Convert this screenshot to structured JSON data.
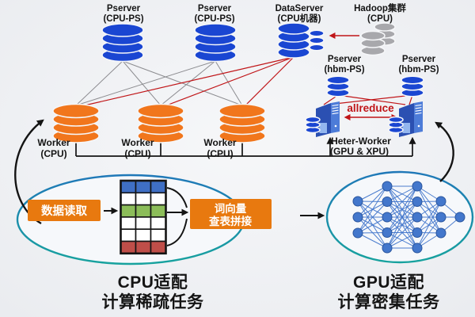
{
  "nodes": {
    "pserver1": {
      "title": "Pserver",
      "subtitle": "(CPU-PS)"
    },
    "pserver2": {
      "title": "Pserver",
      "subtitle": "(CPU-PS)"
    },
    "dataserver": {
      "title": "DataServer",
      "subtitle": "(CPU机器)"
    },
    "hadoop": {
      "title": "Hadoop集群",
      "subtitle": "(CPU)"
    },
    "worker1": {
      "title": "Worker",
      "subtitle": "(CPU)"
    },
    "worker2": {
      "title": "Worker",
      "subtitle": "(CPU)"
    },
    "worker3": {
      "title": "Worker",
      "subtitle": "(CPU)"
    },
    "hbm_pserver1": {
      "title": "Pserver",
      "subtitle": "(hbm-PS)"
    },
    "hbm_pserver2": {
      "title": "Pserver",
      "subtitle": "(hbm-PS)"
    },
    "heter_worker": {
      "title": "Heter-Worker",
      "subtitle": "(GPU & XPU)"
    }
  },
  "labels": {
    "allreduce": "allreduce",
    "data_read": "数据读取",
    "embedding_line1": "词向量",
    "embedding_line2": "查表拼接",
    "cpu_task_line1": "CPU适配",
    "cpu_task_line2": "计算稀疏任务",
    "gpu_task_line1": "GPU适配",
    "gpu_task_line2": "计算密集任务"
  },
  "icons": {
    "blue_db": "database-cylinder-icon",
    "orange_db": "database-cylinder-icon",
    "gray_db": "database-cylinder-icon",
    "server": "server-tower-icon",
    "table": "embedding-table-icon",
    "network": "neural-network-icon"
  },
  "embedding_table": {
    "columns": 3,
    "row_colors": [
      "#3f6fc4",
      "#ffffff",
      "#8cbd59",
      "#ffffff",
      "#ffffff",
      "#bf4e49"
    ]
  },
  "neural_network": {
    "layers": [
      3,
      5,
      5,
      3,
      1
    ]
  },
  "colors": {
    "db_blue": "#1a46d2",
    "db_orange": "#f1761c",
    "db_gray": "#a8a8ac",
    "server_blue_dark": "#2b50b2",
    "server_blue_mid": "#4d7cd8",
    "server_door": "#93b6ee",
    "red": "#c01518",
    "line_gray": "#8c8c90",
    "ink": "#141414",
    "orange_box": "#e8790f",
    "ellipse_blue": "#1f78b8",
    "ellipse_teal": "#17a29e",
    "ellipse_fill": "#f6f8fb",
    "nn_blue": "#4377cc",
    "nn_edge": "#2b569e",
    "bg_light": "#f6f7f9",
    "bg_dark": "#e9ebef",
    "cell_stroke": "#141414"
  }
}
